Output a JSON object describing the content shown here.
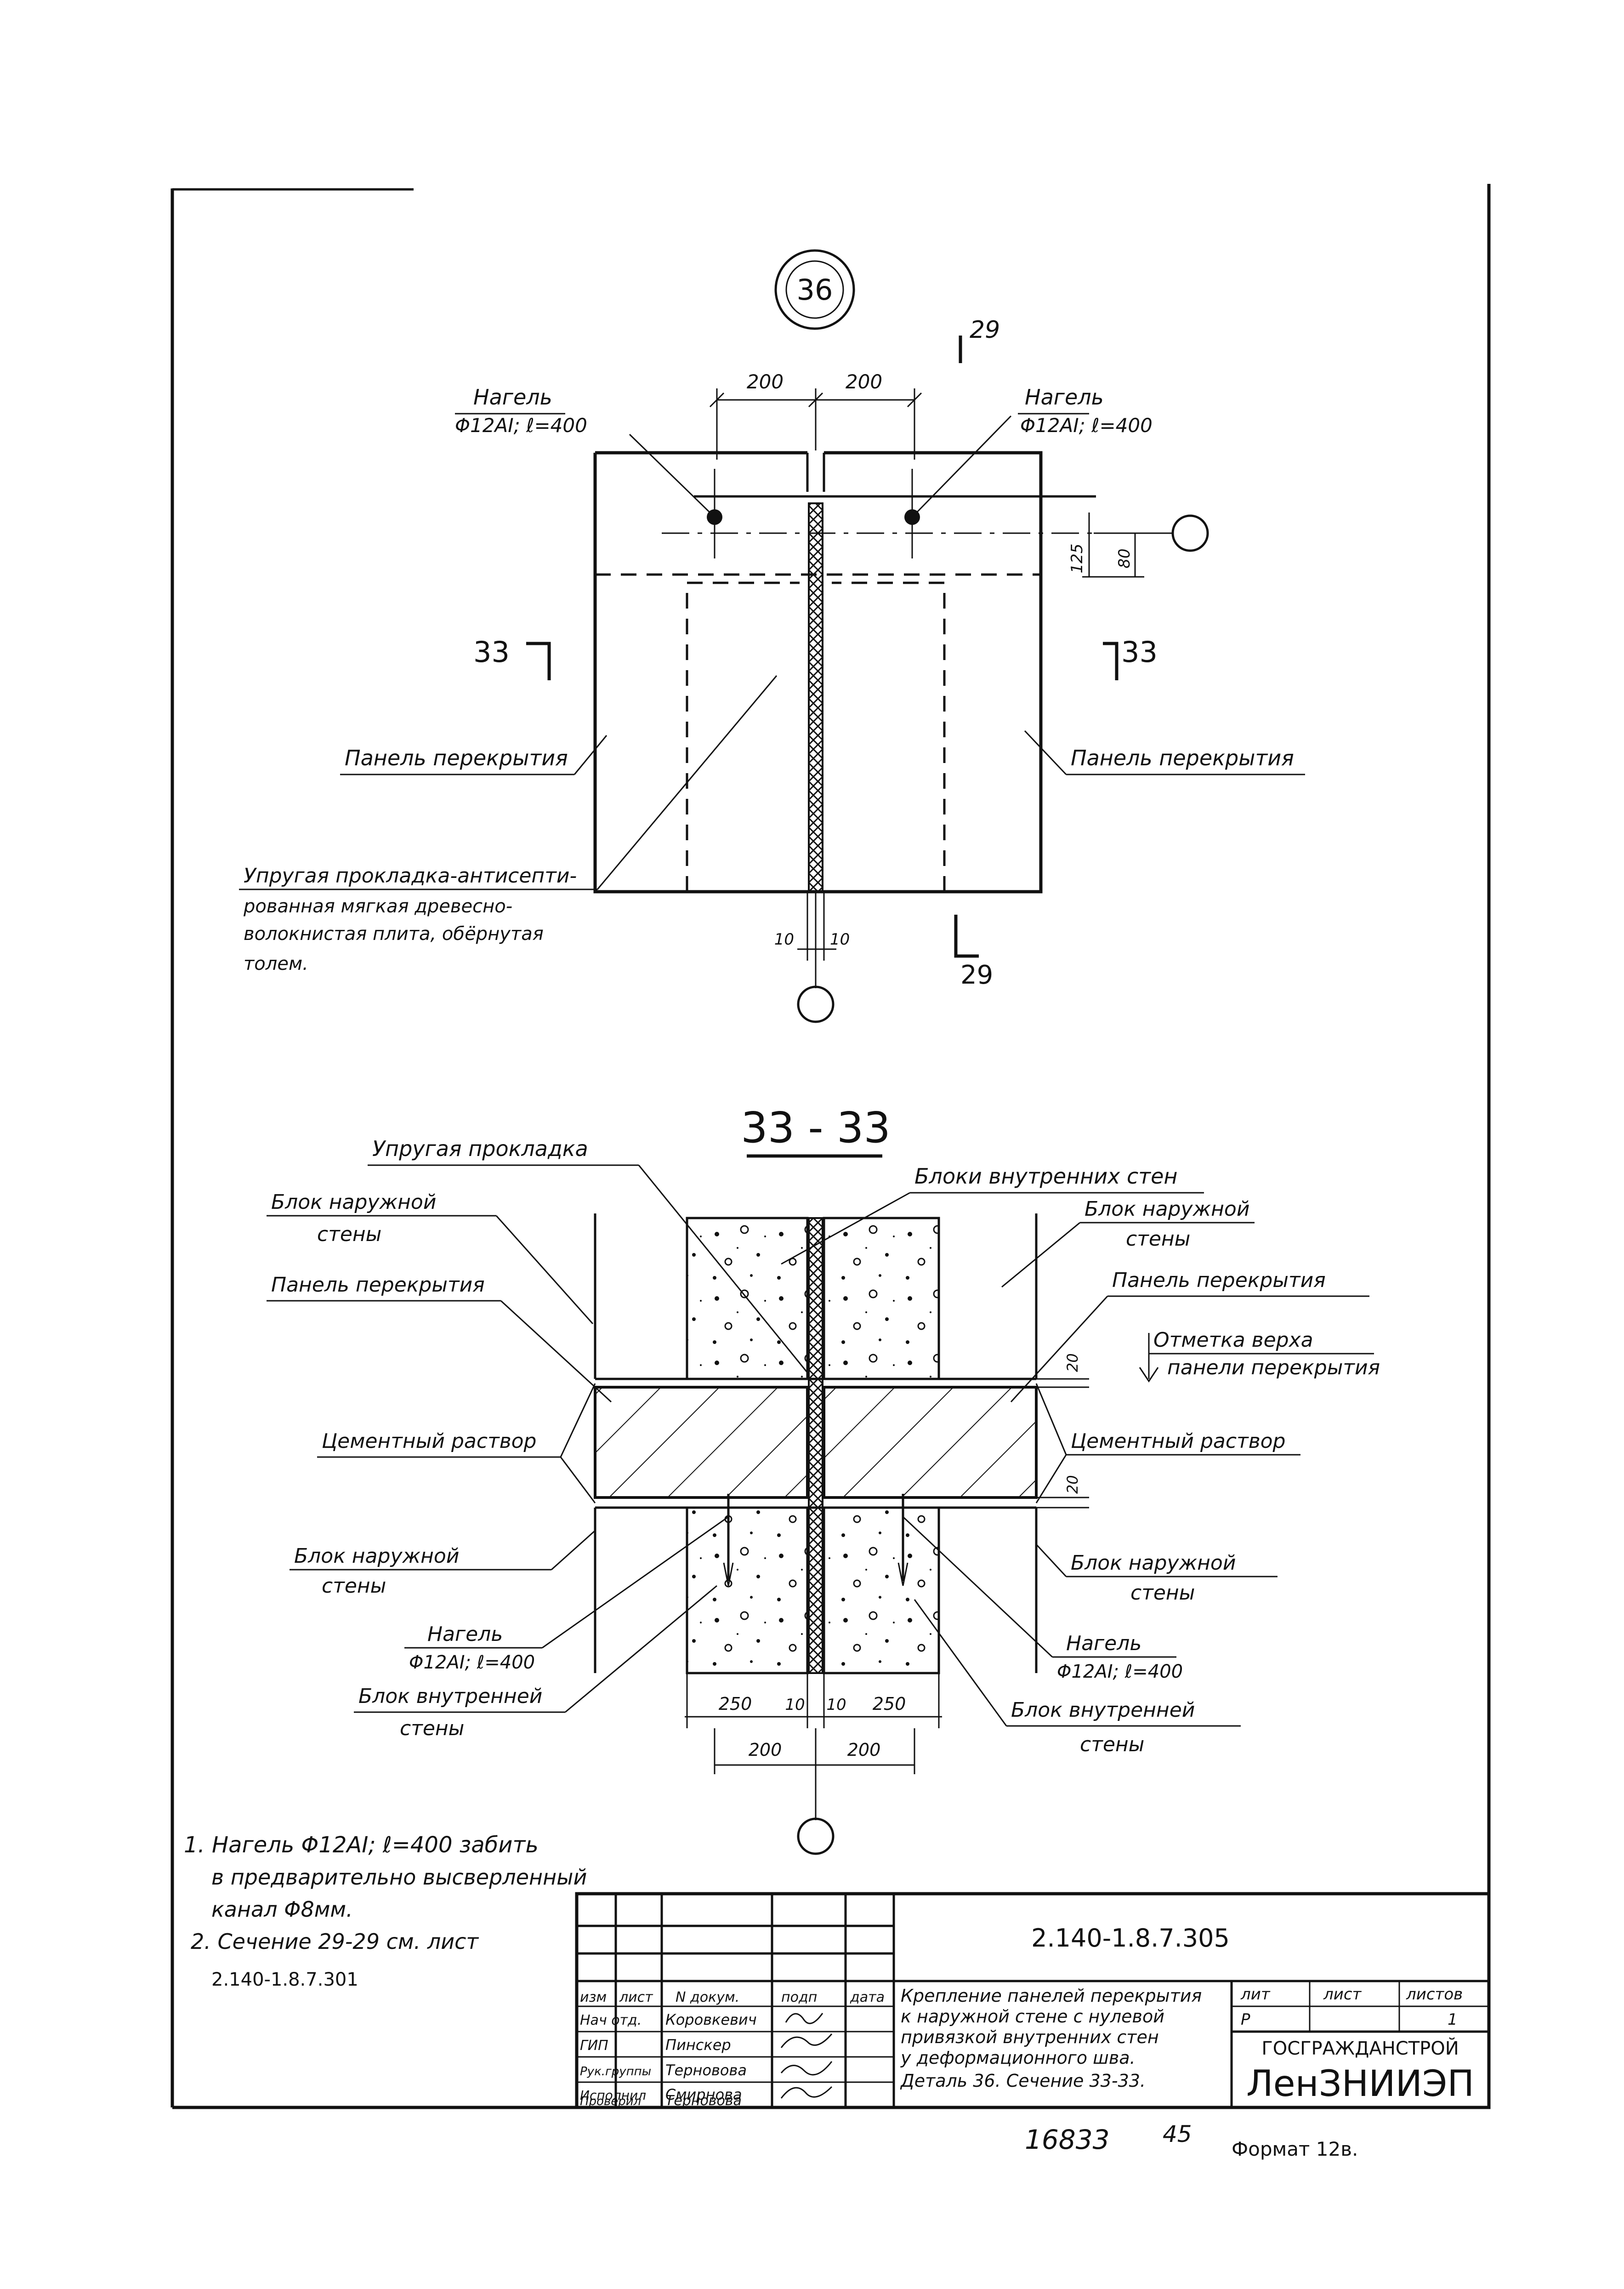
{
  "detail_view": {
    "marker": "36",
    "dims": {
      "left": "200",
      "right": "200",
      "offset_125": "125",
      "offset_80": "80",
      "gap_left": "10",
      "gap_right": "10"
    },
    "section_marks": {
      "top": "29",
      "bottom": "29",
      "left": "33",
      "right": "33"
    },
    "labels": {
      "dowel_left": [
        "Нагель",
        "Φ12AI; ℓ=400"
      ],
      "dowel_right": [
        "Нагель",
        "Φ12AI; ℓ=400"
      ],
      "panel_left": "Панель перекрытия",
      "panel_right": "Панель перекрытия",
      "gasket": [
        "Упругая прокладка-антисепти-",
        "рованная мягкая древесно-",
        "волокнистая плита, обёрнутая",
        "толем."
      ]
    }
  },
  "section_view": {
    "title": "33 - 33",
    "labels": {
      "gasket": "Упругая прокладка",
      "inner_blocks": "Блоки внутренних стен",
      "outer_block_top_left": [
        "Блок наружной",
        "стены"
      ],
      "outer_block_top_right": [
        "Блок наружной",
        "стены"
      ],
      "panel_left": "Панель перекрытия",
      "panel_right": "Панель перекрытия",
      "top_mark": [
        "Отметка верха",
        "панели перекрытия"
      ],
      "mortar_left": "Цементный раствор",
      "mortar_right": "Цементный раствор",
      "outer_block_bottom_left": [
        "Блок наружной",
        "стены"
      ],
      "outer_block_bottom_right": [
        "Блок наружной",
        "стены"
      ],
      "dowel_left": [
        "Нагель",
        "Φ12AI; ℓ=400"
      ],
      "dowel_right": [
        "Нагель",
        "Φ12AI; ℓ=400"
      ],
      "inner_block_left": [
        "Блок внутренней",
        "стены"
      ],
      "inner_block_right": [
        "Блок внутренней",
        "стены"
      ]
    },
    "dims": {
      "d20_top": "20",
      "d20_bottom": "20",
      "w250_left": "250",
      "w10_left": "10",
      "w10_right": "10",
      "w250_right": "250",
      "w200_left": "200",
      "w200_right": "200"
    }
  },
  "notes": [
    "1. Нагель Φ12AI; ℓ=400 забить",
    "в предварительно высверленный",
    "канал Φ8мм.",
    "2. Сечение 29-29 см. лист",
    "2.140-1.8.7.301"
  ],
  "title_block": {
    "code": "2.140-1.8.7.305",
    "headers": [
      "изм",
      "лист",
      "N докум.",
      "подп",
      "дата"
    ],
    "roles": [
      "Нач отд.",
      "ГИП",
      "Рук.группы",
      "Исполнил",
      "Проверил"
    ],
    "names": [
      "Коровкевич",
      "Пинскер",
      "Тернов­ова",
      "Смирнова",
      "Тернов­ова"
    ],
    "description": [
      "Крепление панелей перекрытия",
      "к наружной стене с нулевой",
      "привязкой внутренних стен",
      "у деформационного шва.",
      "Деталь 36. Сечение 33-33."
    ],
    "stage_headers": [
      "лит",
      "лист",
      "листов"
    ],
    "stage_values": [
      "Р",
      "",
      "1"
    ],
    "org": "ГОСГРАЖДАНСТРОЙ",
    "institute": "ЛенЗНИИЭП"
  },
  "footer": {
    "number": "16833",
    "page": "45",
    "format": "Формат 12в."
  }
}
